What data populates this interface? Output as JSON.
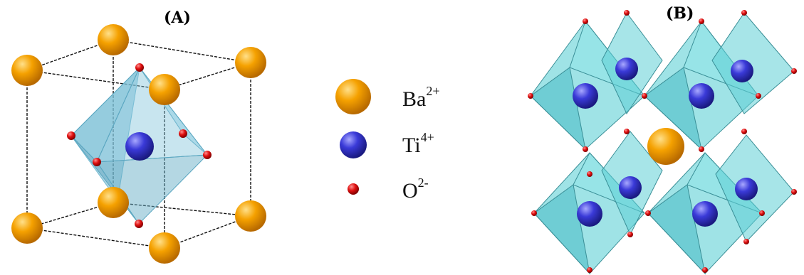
{
  "panels": {
    "a_label": "(A)",
    "b_label": "(B)"
  },
  "legend": [
    {
      "ion": "Ba",
      "charge": "2+",
      "color": "#f5a100"
    },
    {
      "ion": "Ti",
      "charge": "4+",
      "color": "#3a3ad8"
    },
    {
      "ion": "O",
      "charge": "2-",
      "color": "#e01010"
    }
  ],
  "colors": {
    "ba": "#f5a100",
    "ti": "#3a3ad8",
    "o": "#e01010",
    "octahedron_a": "#6fb7cf",
    "octahedron_b": "#5fd0d6"
  }
}
